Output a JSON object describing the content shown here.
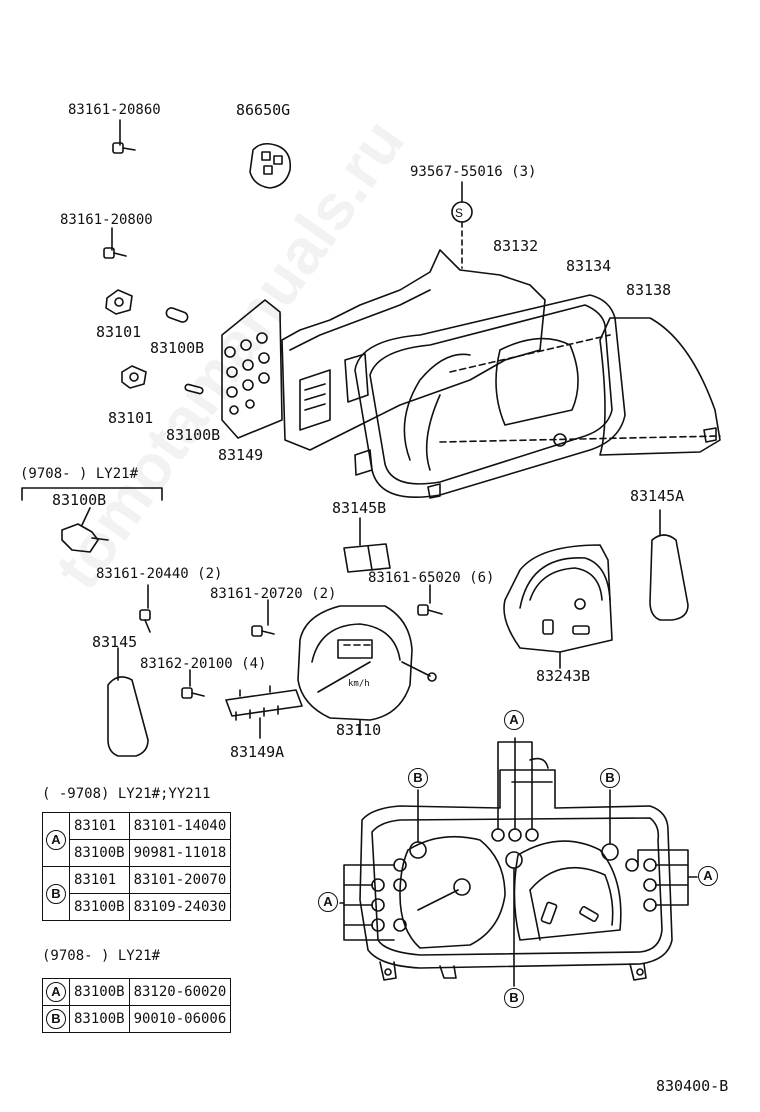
{
  "watermark": "tomotamanuals.ru",
  "parts": {
    "p83161_20860": "83161-20860",
    "p86650G": "86650G",
    "p93567": "93567-55016 (3)",
    "p83161_20800": "83161-20800",
    "p83132": "83132",
    "p83134": "83134",
    "p83138": "83138",
    "p83101_a": "83101",
    "p83100B_a": "83100B",
    "p83101_b": "83101",
    "p83100B_b": "83100B",
    "p83149": "83149",
    "ly21_header": "(9708-      ) LY21#",
    "p83100B_c": "83100B",
    "p83145B": "83145B",
    "p83145A": "83145A",
    "p83161_20440": "83161-20440 (2)",
    "p83161_20720": "83161-20720 (2)",
    "p83161_65020": "83161-65020 (6)",
    "p83145": "83145",
    "p83162_20100": "83162-20100 (4)",
    "p83243B": "83243B",
    "p83110": "83110",
    "p83149A": "83149A",
    "diagram_no": "830400-B"
  },
  "screw_marker": "S",
  "refs": {
    "A": "A",
    "B": "B"
  },
  "table1": {
    "header": "(      -9708) LY21#;YY211",
    "rows": [
      {
        "ref": "A",
        "part": "83101",
        "number": "83101-14040"
      },
      {
        "ref": "",
        "part": "83100B",
        "number": "90981-11018"
      },
      {
        "ref": "B",
        "part": "83101",
        "number": "83101-20070"
      },
      {
        "ref": "",
        "part": "83100B",
        "number": "83109-24030"
      }
    ]
  },
  "table2": {
    "header": "(9708-      ) LY21#",
    "rows": [
      {
        "ref": "A",
        "part": "83100B",
        "number": "83120-60020"
      },
      {
        "ref": "B",
        "part": "83100B",
        "number": "90010-06006"
      }
    ]
  },
  "gauge_unit": "km/h"
}
